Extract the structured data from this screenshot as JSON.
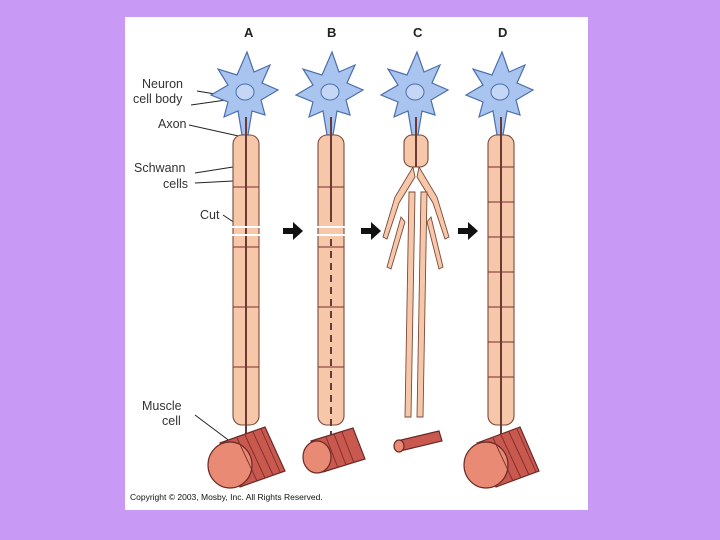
{
  "panels": [
    "A",
    "B",
    "C",
    "D"
  ],
  "labels": {
    "neuron_cell_body": [
      "Neuron",
      "cell body"
    ],
    "axon": "Axon",
    "schwann_cells": [
      "Schwann",
      "cells"
    ],
    "cut": "Cut",
    "muscle_cell": [
      "Muscle",
      "cell"
    ]
  },
  "copyright": "Copyright © 2003, Mosby, Inc. All Rights Reserved.",
  "colors": {
    "background": "#c99af5",
    "neuron": "#a9c4ee",
    "schwann": "#f7c7aa",
    "muscle": "#c9584f"
  }
}
